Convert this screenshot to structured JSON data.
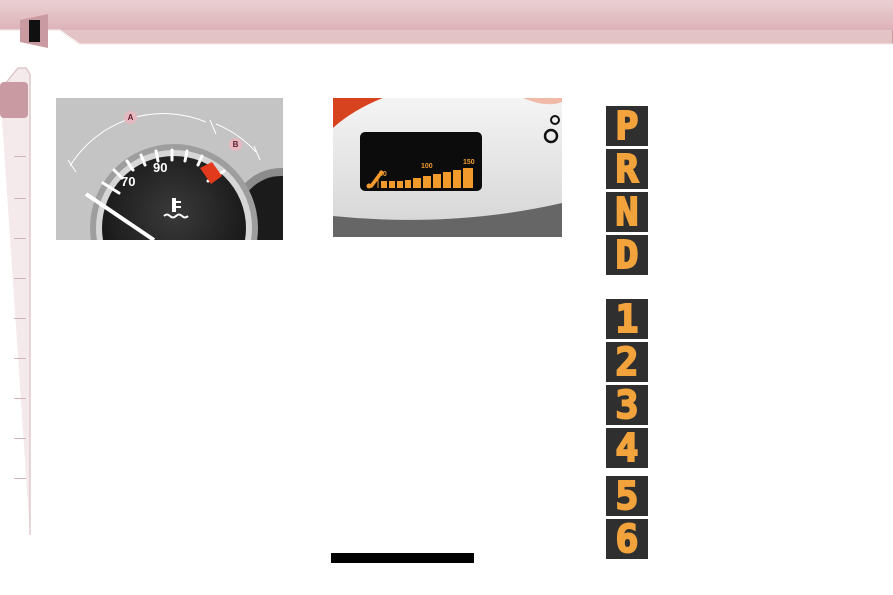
{
  "temperature_gauge": {
    "scale_labels": [
      "70",
      "90"
    ],
    "callouts": [
      "A",
      "B"
    ],
    "icon": "coolant-temperature-icon"
  },
  "oil_level_display": {
    "scale_labels": [
      "50",
      "100",
      "150"
    ],
    "icon": "oil-can-icon",
    "segment_color": "#f39a2c"
  },
  "gear_indicators": {
    "selector_positions": [
      "P",
      "R",
      "N",
      "D"
    ],
    "gear_numbers": [
      "1",
      "2",
      "3",
      "4",
      "5",
      "6"
    ],
    "glyph_color": "#f3a33b"
  },
  "colors": {
    "banner": "#e9c9cd",
    "banner_dark": "#b9848b",
    "chapter_tab": "#101010"
  }
}
